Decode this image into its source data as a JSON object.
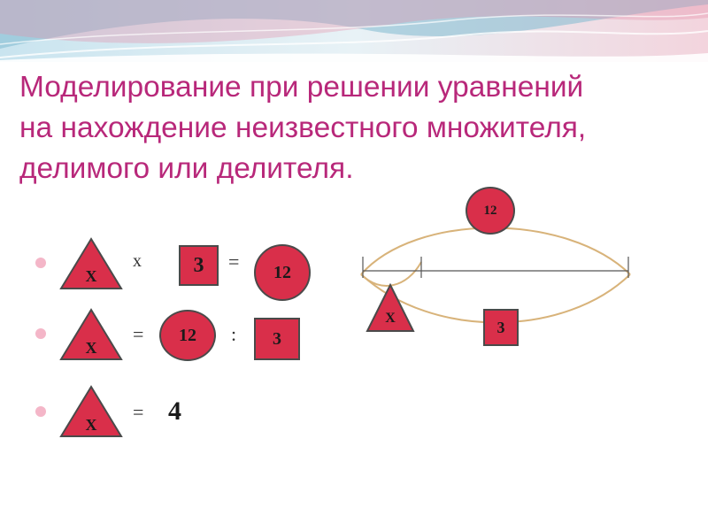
{
  "title": {
    "line1": "Моделирование при решении уравнений",
    "line2": "на нахождение неизвестного множителя,",
    "line3": "делимого или делителя."
  },
  "row1": {
    "x_label": "Х",
    "operator": "х",
    "factor": "3",
    "equals": "=",
    "product": "12"
  },
  "row2": {
    "x_label": "Х",
    "equals": "=",
    "dividend": "12",
    "divide": ":",
    "divisor": "3"
  },
  "row3": {
    "x_label": "Х",
    "equals": "=",
    "answer": "4"
  },
  "diagram": {
    "whole": "12",
    "part_x": "Х",
    "part_count": "3"
  },
  "colors": {
    "accent": "#d92f4a",
    "title": "#b8287a",
    "bullet": "#f4b6c8",
    "arc": "#d8b37a"
  }
}
